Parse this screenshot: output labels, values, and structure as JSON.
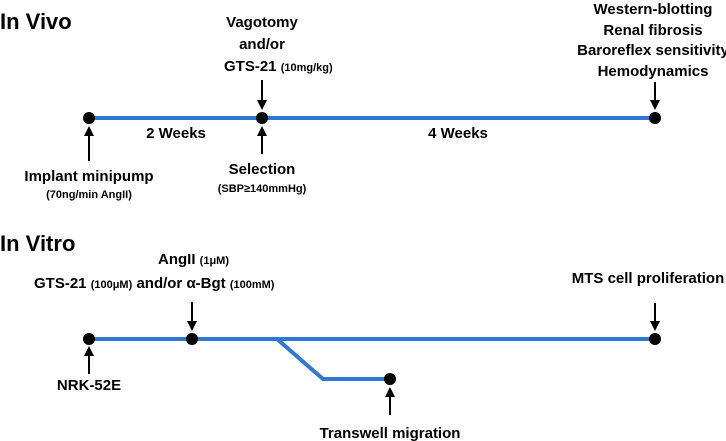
{
  "colors": {
    "timeline": "#2f78d3",
    "marker": "#000000",
    "text": "#000000"
  },
  "in_vivo": {
    "title": "In Vivo",
    "start": {
      "label": "Implant minipump",
      "sub": "(70ng/min AngII)"
    },
    "mid_top": {
      "line1": "Vagotomy",
      "line2": "and/or",
      "line3": "GTS-21",
      "line3_small": "(10mg/kg)"
    },
    "mid_bottom": {
      "label": "Selection",
      "sub": "(SBP≥140mmHg)"
    },
    "end_top": [
      "Western-blotting",
      "Renal fibrosis",
      "Baroreflex sensitivity",
      "Hemodynamics"
    ],
    "interval1": "2 Weeks",
    "interval2": "4 Weeks"
  },
  "in_vitro": {
    "title": "In Vitro",
    "start": {
      "label": "NRK-52E"
    },
    "mid_top": {
      "line1": "AngII",
      "line1_small": "(1μM)",
      "gts": "GTS-21",
      "gts_small": "(100μM)",
      "andor": "and/or",
      "bgt": "α-Bgt",
      "bgt_small": "(100mM)"
    },
    "end_top": "MTS cell proliferation",
    "branch": "Transwell migration"
  }
}
